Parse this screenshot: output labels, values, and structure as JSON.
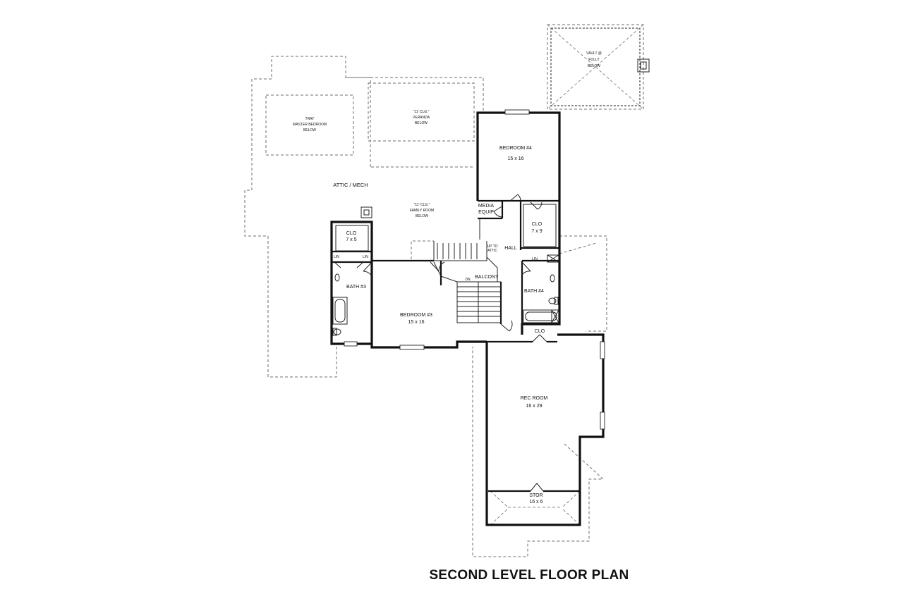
{
  "title": "SECOND LEVEL FLOOR PLAN",
  "below_notes": {
    "tray_master": [
      "TRAY",
      "MASTER BEDROOM",
      "BELOW"
    ],
    "veranda": [
      "\"11' CLG.\"",
      "VERANDA",
      "BELOW"
    ],
    "family": [
      "\"11' CLG.\"",
      "FAMILY ROOM",
      "BELOW"
    ],
    "folly": [
      "VAULT @",
      "FOLLY",
      "BELOW"
    ]
  },
  "rooms": {
    "bedroom4": {
      "name": "BEDROOM #4",
      "size": "15 x 16"
    },
    "bedroom3": {
      "name": "BEDROOM #3",
      "size": "15 x 16"
    },
    "clo_left": {
      "name": "CLO",
      "size": "7 x 5"
    },
    "clo_right": {
      "name": "CLO",
      "size": "7 x 9"
    },
    "clo_small": {
      "name": "CLO"
    },
    "bath3": {
      "name": "BATH #3"
    },
    "bath4": {
      "name": "BATH #4"
    },
    "rec_room": {
      "name": "REC ROOM",
      "size": "16 x 29"
    },
    "stor": {
      "name": "STOR",
      "size": "16 x 6"
    },
    "hall": {
      "name": "HALL"
    },
    "balcony": {
      "name": "BALCONY"
    },
    "attic_mech": {
      "name": "ATTIC / MECH"
    },
    "media": {
      "line1": "MEDIA",
      "line2": "EQUIP"
    },
    "up_attic": {
      "line1": "UP TO",
      "line2": "ATTIC"
    },
    "dn": "DN",
    "lin_a": "LIN",
    "lin_b": "LIN",
    "lin_c": "LIN"
  }
}
